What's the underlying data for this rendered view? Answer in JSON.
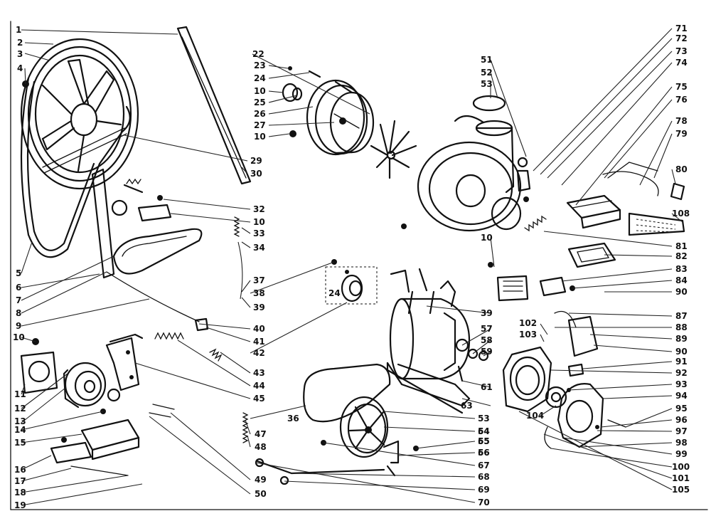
{
  "callouts": {
    "left": [
      "1",
      "2",
      "3",
      "4",
      "5",
      "6",
      "7",
      "8",
      "9",
      "10",
      "11",
      "12",
      "13",
      "14",
      "15",
      "16",
      "17",
      "18",
      "19"
    ],
    "middle_a": [
      "22",
      "23",
      "24",
      "10",
      "25",
      "26",
      "27",
      "10",
      "29",
      "30",
      "32",
      "10",
      "33",
      "34",
      "37",
      "38",
      "39",
      "40",
      "41",
      "42",
      "43",
      "44",
      "45",
      "47",
      "48",
      "49",
      "50"
    ],
    "middle_b": [
      "24",
      "36",
      "39",
      "53",
      "54",
      "55",
      "56",
      "57",
      "58",
      "59",
      "61",
      "63",
      "64",
      "65",
      "66",
      "67",
      "68",
      "69",
      "70"
    ],
    "top_center": [
      "51",
      "52",
      "53",
      "10"
    ],
    "right": [
      "71",
      "72",
      "73",
      "74",
      "75",
      "76",
      "78",
      "79",
      "80",
      "108",
      "81",
      "82",
      "83",
      "84",
      "90",
      "87",
      "88",
      "89",
      "90",
      "91",
      "92",
      "93",
      "94",
      "95",
      "96",
      "97",
      "98",
      "99",
      "100",
      "101",
      "105",
      "102",
      "103",
      "104"
    ]
  }
}
